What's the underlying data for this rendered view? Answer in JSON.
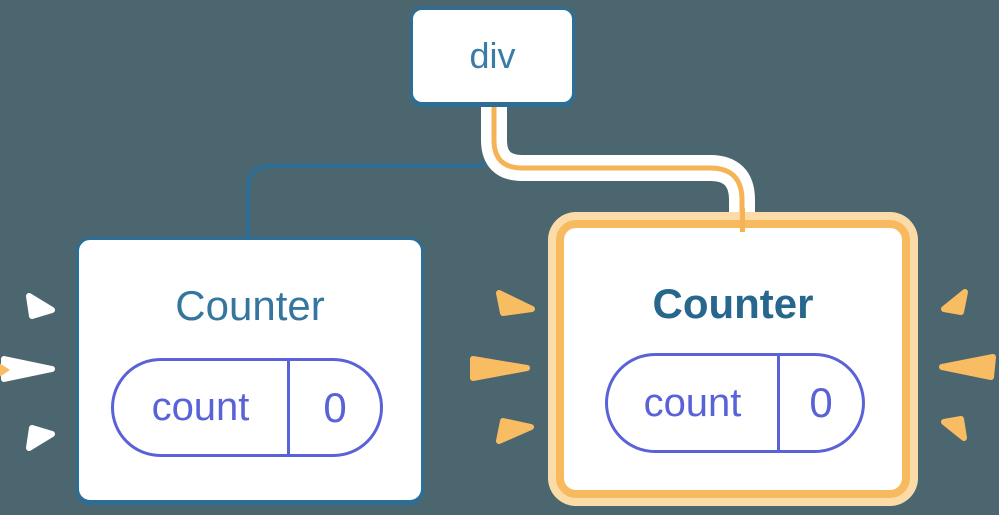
{
  "diagram": {
    "description": "React component tree: div root with two Counter children, right Counter re-rendering (highlighted)",
    "root": {
      "label": "div"
    },
    "children": [
      {
        "label": "Counter",
        "highlighted": false,
        "state": {
          "key": "count",
          "value": "0"
        }
      },
      {
        "label": "Counter",
        "highlighted": true,
        "state": {
          "key": "count",
          "value": "0"
        }
      }
    ],
    "colors": {
      "background": "#4C6670",
      "node_border_blue": "#2D6E97",
      "root_label_blue": "#3A7CA6",
      "counter_label_blue": "#35769E",
      "counter_label_highlight": "#27678D",
      "state_indigo": "#5A62D8",
      "highlight_border_orange": "#F8BA5E",
      "highlight_ring_light": "#FBDCA8",
      "highlight_edge_orange": "#F6B355",
      "sparkle_orange": "#F8BC63",
      "sparkle_white": "#FFFFFF"
    }
  }
}
